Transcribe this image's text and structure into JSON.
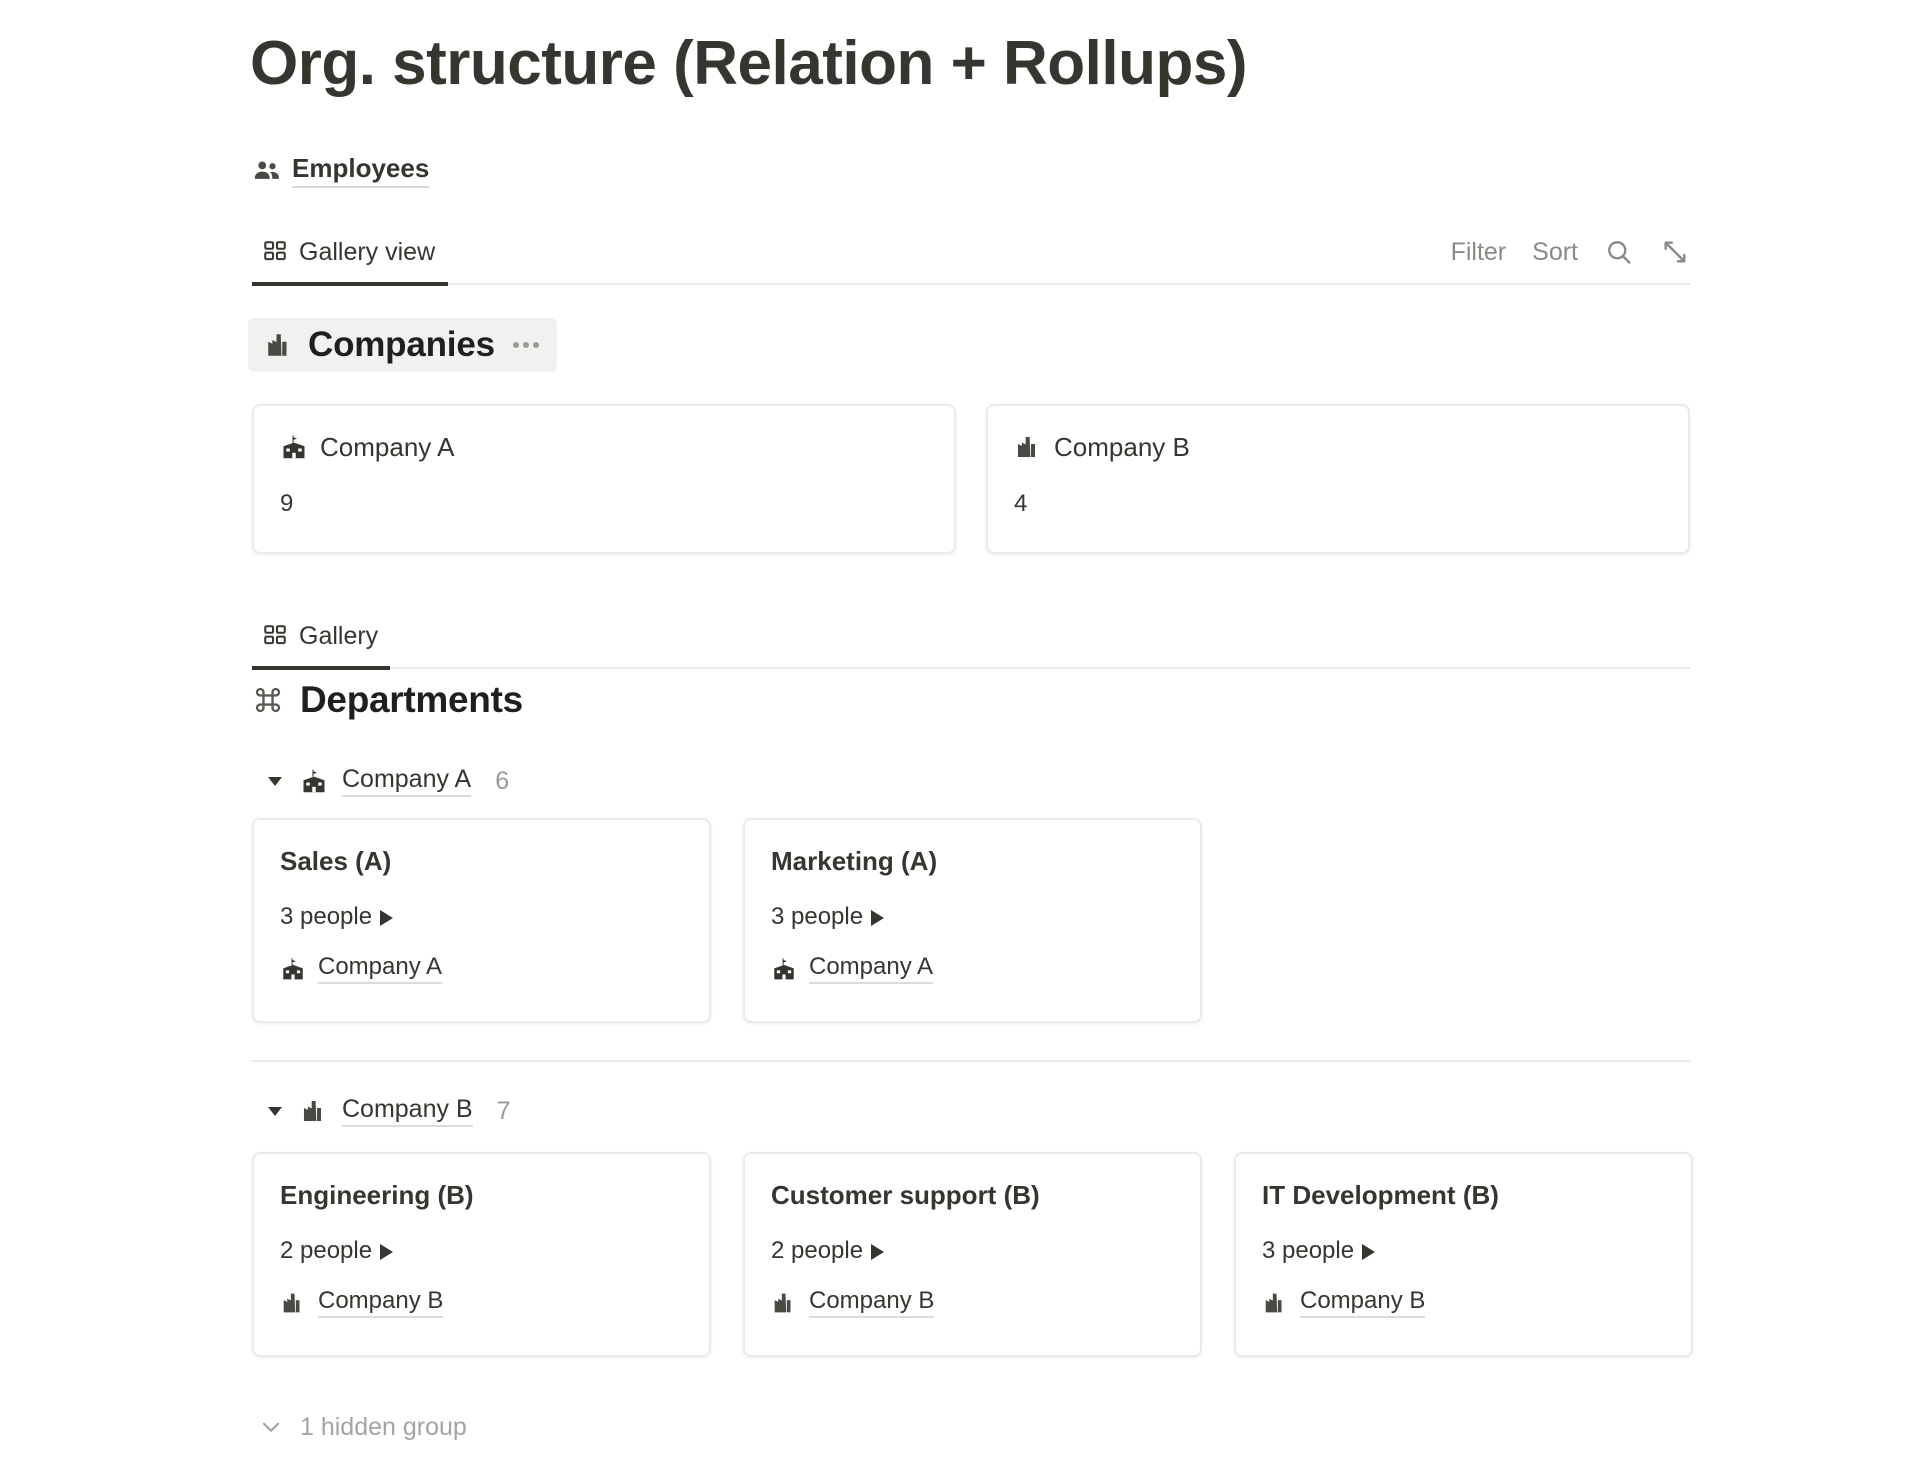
{
  "header": {
    "title": "Org. structure (Relation + Rollups)",
    "source_icon": "people-group-icon",
    "source_label": "Employees"
  },
  "toolbar": {
    "view_icon": "gallery-grid-icon",
    "view_label": "Gallery view",
    "filter_label": "Filter",
    "sort_label": "Sort",
    "search_icon": "search-icon",
    "expand_icon": "expand-diagonal-icon"
  },
  "companies_section": {
    "icon": "factory-building-icon",
    "title": "Companies",
    "menu_icon": "ellipsis-icon",
    "cards": [
      {
        "icon": "school-building-icon",
        "title": "Company A",
        "rollup": "9"
      },
      {
        "icon": "factory-building-icon",
        "title": "Company B",
        "rollup": "4"
      }
    ]
  },
  "gallery_tab": {
    "icon": "gallery-grid-icon",
    "label": "Gallery"
  },
  "departments_section": {
    "icon": "command-icon",
    "title": "Departments",
    "groups": [
      {
        "caret": "caret-down-icon",
        "icon": "school-building-icon",
        "name": "Company A",
        "count": "6",
        "cards": [
          {
            "title": "Sales (A)",
            "people": "3 people",
            "expand_icon": "play-triangle-icon",
            "relation_icon": "school-building-icon",
            "relation": "Company A"
          },
          {
            "title": "Marketing (A)",
            "people": "3 people",
            "expand_icon": "play-triangle-icon",
            "relation_icon": "school-building-icon",
            "relation": "Company A"
          }
        ]
      },
      {
        "caret": "caret-down-icon",
        "icon": "factory-building-icon",
        "name": "Company B",
        "count": "7",
        "cards": [
          {
            "title": "Engineering (B)",
            "people": "2 people",
            "expand_icon": "play-triangle-icon",
            "relation_icon": "factory-building-icon",
            "relation": "Company B"
          },
          {
            "title": "Customer support (B)",
            "people": "2 people",
            "expand_icon": "play-triangle-icon",
            "relation_icon": "factory-building-icon",
            "relation": "Company B"
          },
          {
            "title": "IT Development (B)",
            "people": "3 people",
            "expand_icon": "play-triangle-icon",
            "relation_icon": "factory-building-icon",
            "relation": "Company B"
          }
        ]
      }
    ],
    "hidden_groups": {
      "icon": "chevron-down-icon",
      "label": "1 hidden group"
    }
  },
  "colors": {
    "text": "#37352f",
    "muted": "#9b9a95",
    "card_border": "#ebeae7",
    "chip_bg": "#f1f1ef",
    "accent_underline": "#37352f"
  }
}
